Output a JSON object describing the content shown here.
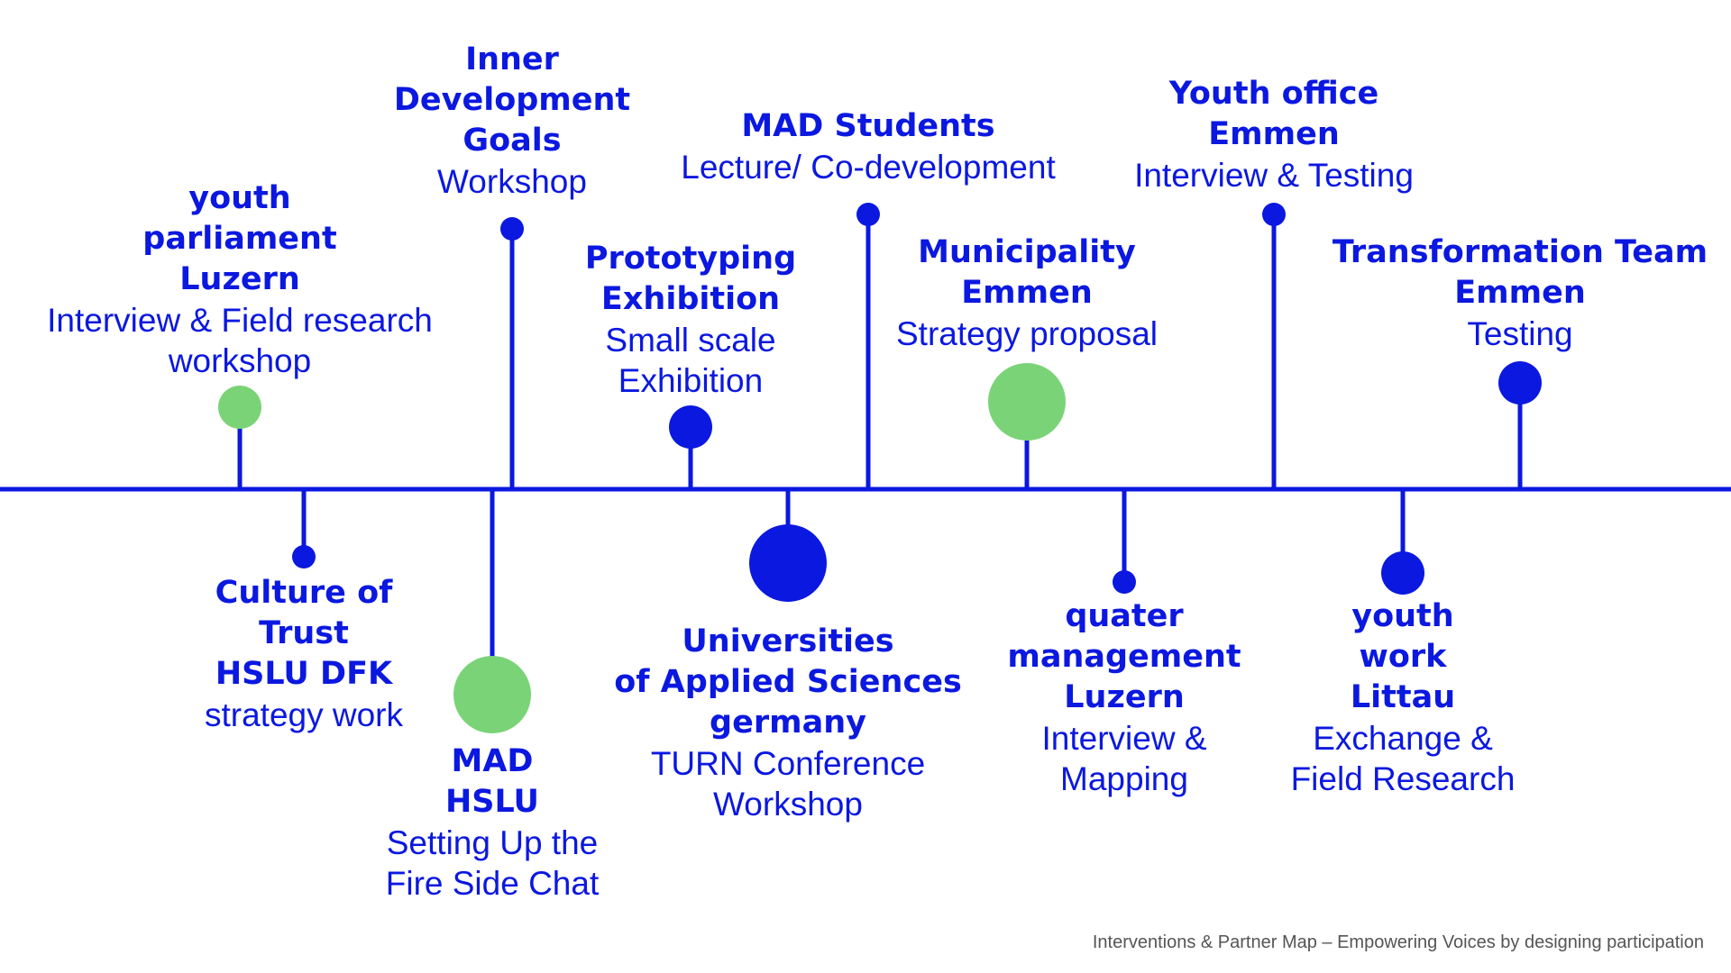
{
  "colors": {
    "primary": "#0b18e0",
    "green": "#7ad477",
    "footer": "#555555"
  },
  "events": [
    {
      "id": "youth-parliament-luzern",
      "title": "youth\nparliament\nLuzern",
      "desc": "Interview & Field research\nworkshop",
      "side": "top",
      "dot_color": "green",
      "dot_size": "medium"
    },
    {
      "id": "culture-of-trust",
      "title": "Culture of\nTrust\nHSLU DFK",
      "desc": "strategy work",
      "side": "bottom",
      "dot_color": "blue",
      "dot_size": "small"
    },
    {
      "id": "inner-development-goals",
      "title": "Inner\nDevelopment\nGoals",
      "desc": "Workshop",
      "side": "top",
      "dot_color": "blue",
      "dot_size": "small"
    },
    {
      "id": "mad-hslu",
      "title": "MAD\nHSLU",
      "desc": "Setting Up the\nFire Side Chat",
      "side": "bottom",
      "dot_color": "green",
      "dot_size": "large"
    },
    {
      "id": "prototyping-exhibition",
      "title": "Prototyping\nExhibition",
      "desc": "Small scale\nExhibition",
      "side": "top",
      "dot_color": "blue",
      "dot_size": "medium"
    },
    {
      "id": "universities-germany",
      "title": "Universities\nof Applied Sciences\ngermany",
      "desc": "TURN Conference\nWorkshop",
      "side": "bottom",
      "dot_color": "blue",
      "dot_size": "large"
    },
    {
      "id": "mad-students",
      "title": "MAD Students",
      "desc": "Lecture/ Co-development",
      "side": "top",
      "dot_color": "blue",
      "dot_size": "small"
    },
    {
      "id": "municipality-emmen",
      "title": "Municipality\nEmmen",
      "desc": "Strategy proposal",
      "side": "top",
      "dot_color": "green",
      "dot_size": "large"
    },
    {
      "id": "quater-management-luzern",
      "title": "quater\nmanagement\nLuzern",
      "desc": "Interview &\nMapping",
      "side": "bottom",
      "dot_color": "blue",
      "dot_size": "small"
    },
    {
      "id": "youth-office-emmen",
      "title": "Youth office\nEmmen",
      "desc": "Interview & Testing",
      "side": "top",
      "dot_color": "blue",
      "dot_size": "small"
    },
    {
      "id": "youth-work-littau",
      "title": "youth\nwork\nLittau",
      "desc": "Exchange &\nField Research",
      "side": "bottom",
      "dot_color": "blue",
      "dot_size": "medium"
    },
    {
      "id": "transformation-team-emmen",
      "title": "Transformation Team\nEmmen",
      "desc": "Testing",
      "side": "top",
      "dot_color": "blue",
      "dot_size": "medium"
    }
  ],
  "footer": "Interventions & Partner Map – Empowering Voices by designing participation"
}
